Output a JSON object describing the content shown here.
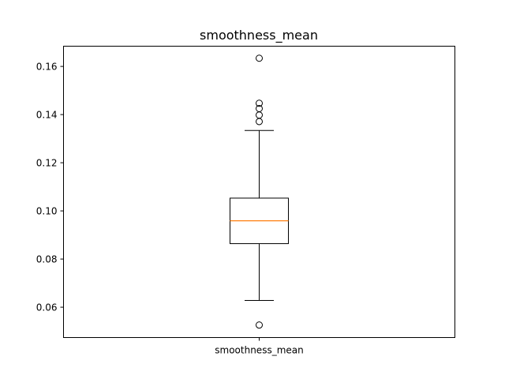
{
  "chart_data": {
    "type": "box",
    "title": "smoothness_mean",
    "xlabel": "",
    "ylabel": "",
    "categories": [
      "smoothness_mean"
    ],
    "ylim": [
      0.0474,
      0.1684
    ],
    "yticks": [
      0.06,
      0.08,
      0.1,
      0.12,
      0.14,
      0.16
    ],
    "ytick_labels": [
      "0.06",
      "0.08",
      "0.10",
      "0.12",
      "0.14",
      "0.16"
    ],
    "grid": false,
    "series": [
      {
        "box": {
          "whisker_low": 0.0628,
          "q1": 0.0864,
          "median": 0.0959,
          "q3": 0.1053,
          "whisker_high": 0.1334
        },
        "outliers": [
          0.0526,
          0.1371,
          0.1398,
          0.1425,
          0.1447,
          0.1634
        ]
      }
    ],
    "colors": {
      "box": "#000000",
      "median": "#ff7f0e",
      "outlier": "#000000"
    }
  }
}
